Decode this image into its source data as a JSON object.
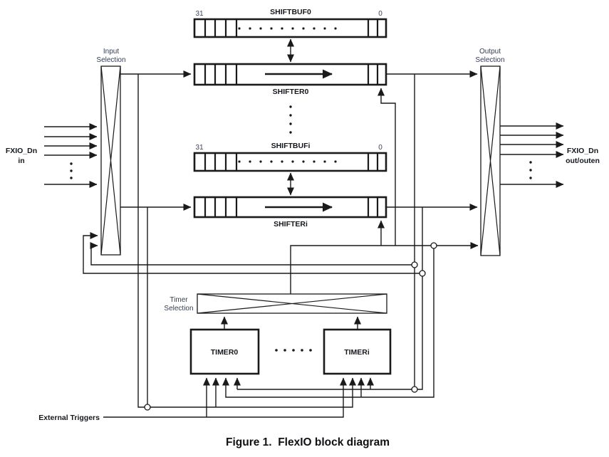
{
  "figure": {
    "caption": "Figure 1.  FlexIO block diagram"
  },
  "blocks": {
    "input_selection": {
      "label": [
        "Input",
        "Selection"
      ]
    },
    "output_selection": {
      "label": [
        "Output",
        "Selection"
      ]
    },
    "timer_selection": {
      "label": [
        "Timer",
        "Selection"
      ]
    },
    "shiftbuf0": {
      "label": "SHIFTBUF0",
      "bit_msb": "31",
      "bit_lsb": "0"
    },
    "shifter0": {
      "label": "SHIFTER0"
    },
    "shiftbufi": {
      "label": "SHIFTBUFi",
      "bit_msb": "31",
      "bit_lsb": "0"
    },
    "shifteri": {
      "label": "SHIFTERi"
    },
    "timer0": {
      "label": "TIMER0"
    },
    "timeri": {
      "label": "TIMERi"
    }
  },
  "signals": {
    "fxio_in": {
      "label": [
        "FXIO_Dn",
        "in"
      ]
    },
    "fxio_out": {
      "label": [
        "FXIO_Dn",
        "out/outen"
      ]
    },
    "external_triggers": {
      "label": "External Triggers"
    }
  },
  "colors": {
    "line": "#1a1a1a",
    "label_text": "#333d52",
    "bold_text": "#15181d",
    "background": "#ffffff"
  }
}
